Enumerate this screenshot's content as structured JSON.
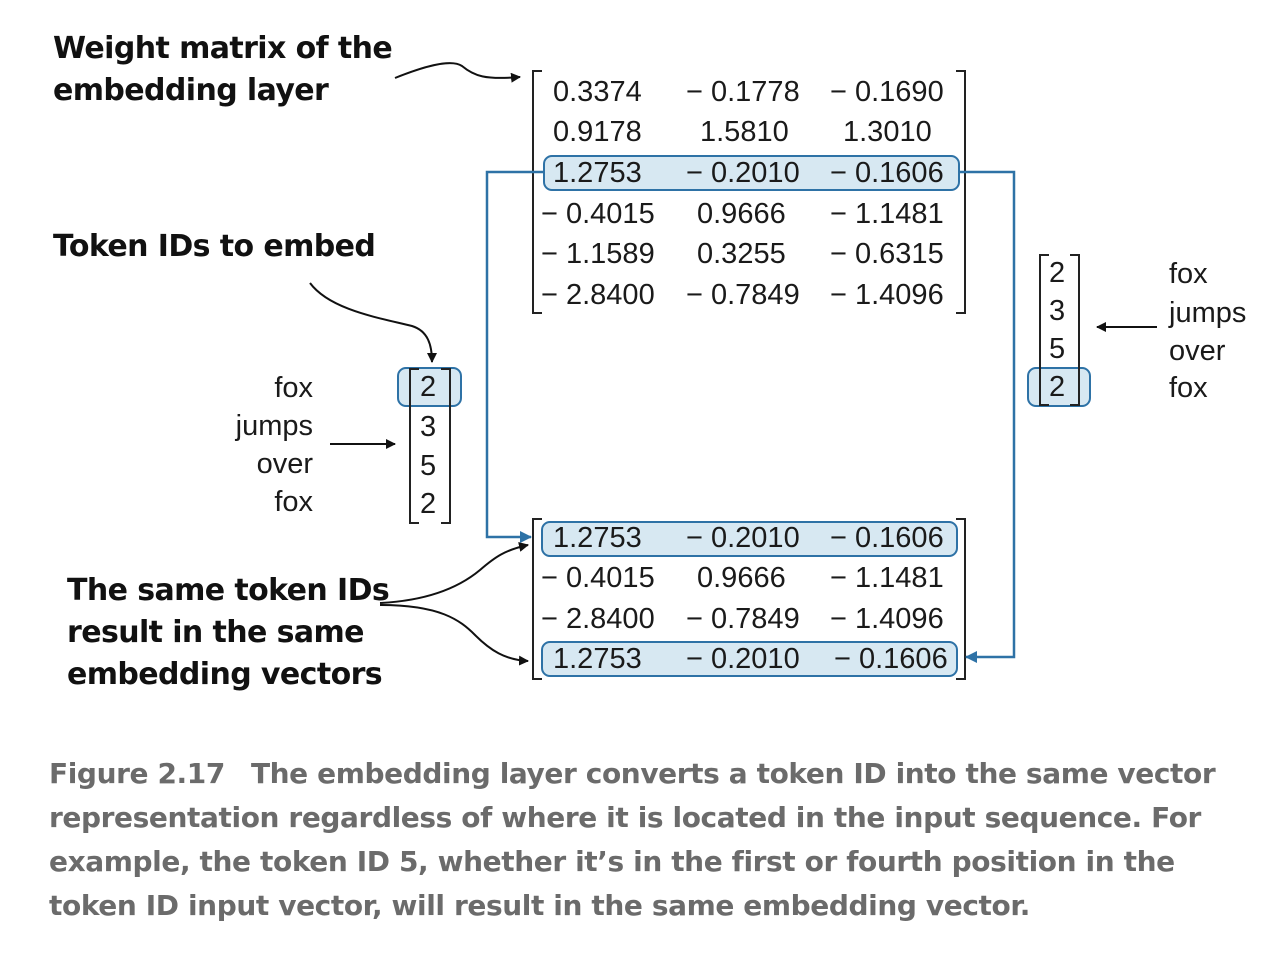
{
  "annotations": {
    "weight_matrix": [
      "Weight matrix of the",
      "embedding layer"
    ],
    "token_ids": "Token IDs to embed",
    "same_ids": [
      "The same token IDs",
      "result in the same",
      "embedding vectors"
    ]
  },
  "weight_matrix": [
    [
      "0.3374",
      "− 0.1778",
      "− 0.1690"
    ],
    [
      "0.9178",
      "1.5810",
      "1.3010"
    ],
    [
      "1.2753",
      "− 0.2010",
      "− 0.1606"
    ],
    [
      "− 0.4015",
      "0.9666",
      "− 1.1481"
    ],
    [
      "− 1.1589",
      "0.3255",
      "− 0.6315"
    ],
    [
      "− 2.8400",
      "− 0.7849",
      "− 1.4096"
    ]
  ],
  "output_matrix": [
    [
      "1.2753",
      "− 0.2010",
      "− 0.1606"
    ],
    [
      "− 0.4015",
      "0.9666",
      "− 1.1481"
    ],
    [
      "− 2.8400",
      "− 0.7849",
      "− 1.4096"
    ],
    [
      "1.2753",
      "− 0.2010",
      "− 0.1606"
    ]
  ],
  "tokens": [
    "fox",
    "jumps",
    "over",
    "fox"
  ],
  "token_ids": [
    "2",
    "3",
    "5",
    "2"
  ],
  "highlight_color": "#d7e8f2",
  "arrow_color": "#2e72a6",
  "caption": {
    "label": "Figure 2.17",
    "text": "The embedding layer converts a token ID into the same vector representation regardless of where it is located in the input sequence. For example, the token ID 5, whether it’s in the first or fourth position in the token ID input vector, will result in the same embedding vector."
  }
}
